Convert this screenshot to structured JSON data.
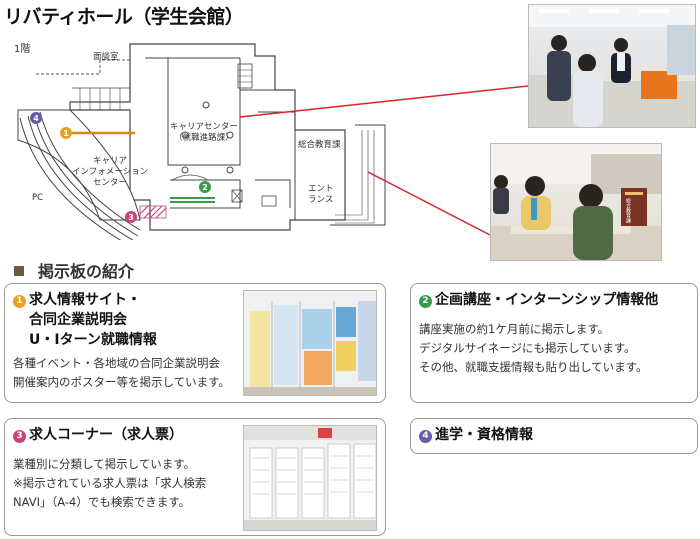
{
  "title": "リバティホール（学生会館）",
  "floor_label": "1階",
  "map": {
    "interview_room": "面談室",
    "career_center": [
      "キャリアセンター",
      "（就職進路課）"
    ],
    "career_info_center": [
      "キャリア",
      "インフォメーション",
      "センター"
    ],
    "general_education": "総合教育課",
    "entrance": [
      "エント",
      "ランス"
    ],
    "pc": "PC",
    "markers": [
      "1",
      "2",
      "3",
      "4"
    ]
  },
  "colors": {
    "m1": "#e8a020",
    "m2": "#3a9a4a",
    "m3": "#c8447a",
    "m4": "#6a5aa8",
    "accent_line": "#d9851c",
    "green_line": "#3a9a4a",
    "hatch": "#c8447a",
    "red_line": "#d8242a",
    "section_square": "#6b5a3e"
  },
  "section_heading": "掲示板の紹介",
  "cards": [
    {
      "num": "1",
      "title_lines": [
        "求人情報サイト・",
        "合同企業説明会",
        "U・Iターン就職情報"
      ],
      "body_lines": [
        "各種イベント・各地域の合同企業説明会",
        "開催案内のポスター等を掲示しています。"
      ]
    },
    {
      "num": "2",
      "title_lines": [
        "企画講座・インターンシップ情報他"
      ],
      "body_lines": [
        "講座実施の約1ケ月前に掲示します。",
        "デジタルサイネージにも掲示しています。",
        "その他、就職支援情報も貼り出しています。"
      ]
    },
    {
      "num": "3",
      "title_lines": [
        "求人コーナー（求人票）"
      ],
      "body_lines": [
        "業種別に分類して掲示しています。",
        "※掲示されている求人票は「求人検索",
        "NAVI」（A-4）でも検索できます。"
      ]
    },
    {
      "num": "4",
      "title_lines": [
        "進学・資格情報"
      ],
      "body_lines": []
    }
  ],
  "photo_sign": "総合教育課"
}
